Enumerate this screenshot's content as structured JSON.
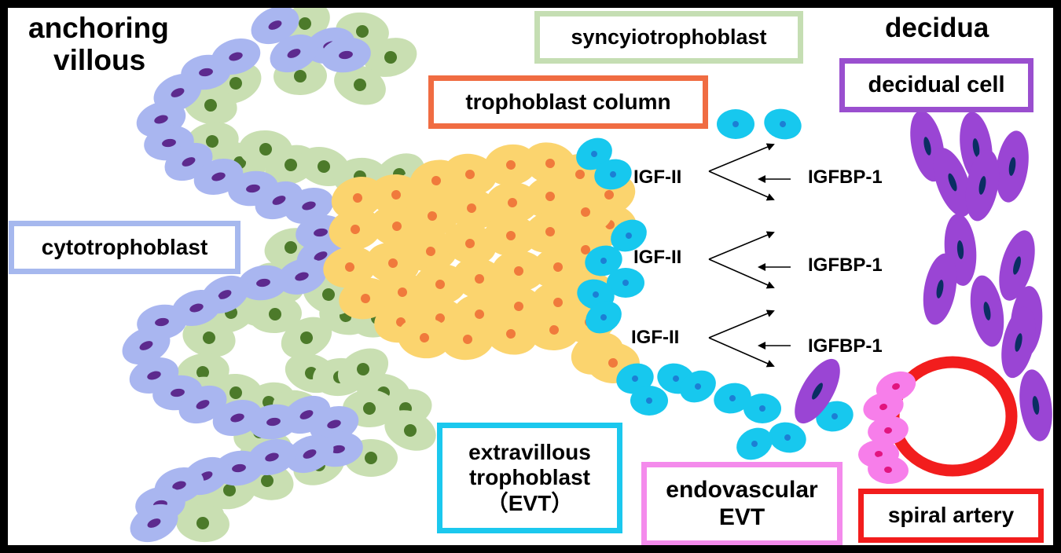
{
  "labels": {
    "anchoring_line1": "anchoring",
    "anchoring_line2": "villous",
    "decidua": "decidua",
    "syncytio": "syncyiotrophoblast",
    "decidual_cell": "decidual cell",
    "trophoblast_column": "trophoblast column",
    "cytotrophoblast": "cytotrophoblast",
    "evt_line1": "extravillous",
    "evt_line2": "trophoblast",
    "evt_line3": "（EVT）",
    "endo_line1": "endovascular",
    "endo_line2": "EVT",
    "spiral_artery": "spiral artery"
  },
  "signals": [
    {
      "igf": "IGF-II",
      "igfbp": "IGFBP-1"
    },
    {
      "igf": "IGF-II",
      "igfbp": "IGFBP-1"
    },
    {
      "igf": "IGF-II",
      "igfbp": "IGFBP-1"
    }
  ],
  "colors": {
    "cytotrophoblast": "#A9B6F0",
    "cyto_nucleus": "#5D2A8E",
    "syncytio": "#C9DFB2",
    "syncytio_nucleus": "#4C7A2A",
    "column": "#FBD46E",
    "column_nucleus": "#F07A3C",
    "evt": "#17C8EE",
    "evt_nucleus": "#1C7FD4",
    "decidual": "#9A45D4",
    "decidual_nucleus": "#0A2E63",
    "endovascular": "#F77EEA",
    "endo_nucleus": "#E2157F",
    "spiral_artery": "#F21D1D",
    "syncytio_box": "#C5DEB3",
    "column_box": "#F06C42",
    "cyto_box": "#A6B8EE",
    "evt_box": "#1BC8EE",
    "endo_box": "#F48BEC",
    "decidual_box": "#9A4FCF",
    "artery_box": "#F21D1D"
  }
}
